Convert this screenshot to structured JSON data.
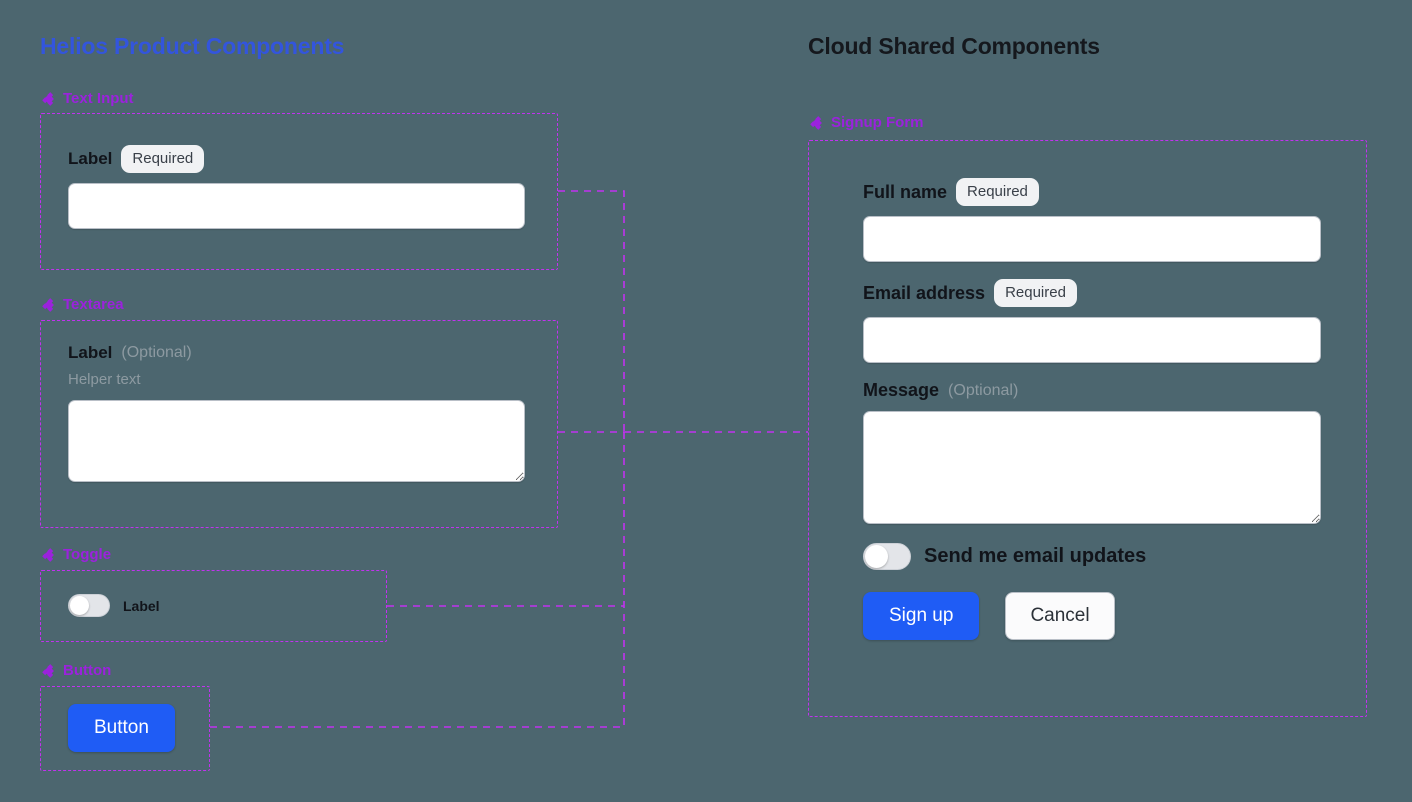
{
  "background_color": "#4c666f",
  "accent_colors": {
    "left_title": "#3355dd",
    "right_title": "#15181d",
    "section_label": "#9b22dd",
    "zone_border": "#c231f0",
    "primary_button": "#1f5cf5",
    "badge_background": "#f1f2f4",
    "muted_text": "#8d9aa1"
  },
  "columns": {
    "left": {
      "title": "Helios Product Components",
      "sections": [
        {
          "icon": "diamond-component-icon",
          "label": "Text Input"
        },
        {
          "icon": "diamond-component-icon",
          "label": "Textarea"
        },
        {
          "icon": "diamond-component-icon",
          "label": "Toggle"
        },
        {
          "icon": "diamond-component-icon",
          "label": "Button"
        }
      ]
    },
    "right": {
      "title": "Cloud Shared Components",
      "sections": [
        {
          "icon": "diamond-component-icon",
          "label": "Signup Form"
        }
      ]
    }
  },
  "text_input_demo": {
    "label": "Label",
    "badge": "Required",
    "value": "",
    "placeholder": ""
  },
  "textarea_demo": {
    "label": "Label",
    "optional_tag": "(Optional)",
    "helper_text": "Helper text",
    "value": "",
    "placeholder": ""
  },
  "toggle_demo": {
    "label": "Label",
    "state": "off"
  },
  "button_demo": {
    "label": "Button"
  },
  "signup_form": {
    "fields": [
      {
        "label": "Full name",
        "badge": "Required",
        "optional_tag": "",
        "value": "",
        "placeholder": "",
        "type": "text"
      },
      {
        "label": "Email address",
        "badge": "Required",
        "optional_tag": "",
        "value": "",
        "placeholder": "",
        "type": "text"
      },
      {
        "label": "Message",
        "badge": "",
        "optional_tag": "(Optional)",
        "value": "",
        "placeholder": "",
        "type": "textarea"
      }
    ],
    "toggle": {
      "label": "Send me email updates",
      "state": "off"
    },
    "actions": {
      "primary": "Sign up",
      "secondary": "Cancel"
    }
  }
}
